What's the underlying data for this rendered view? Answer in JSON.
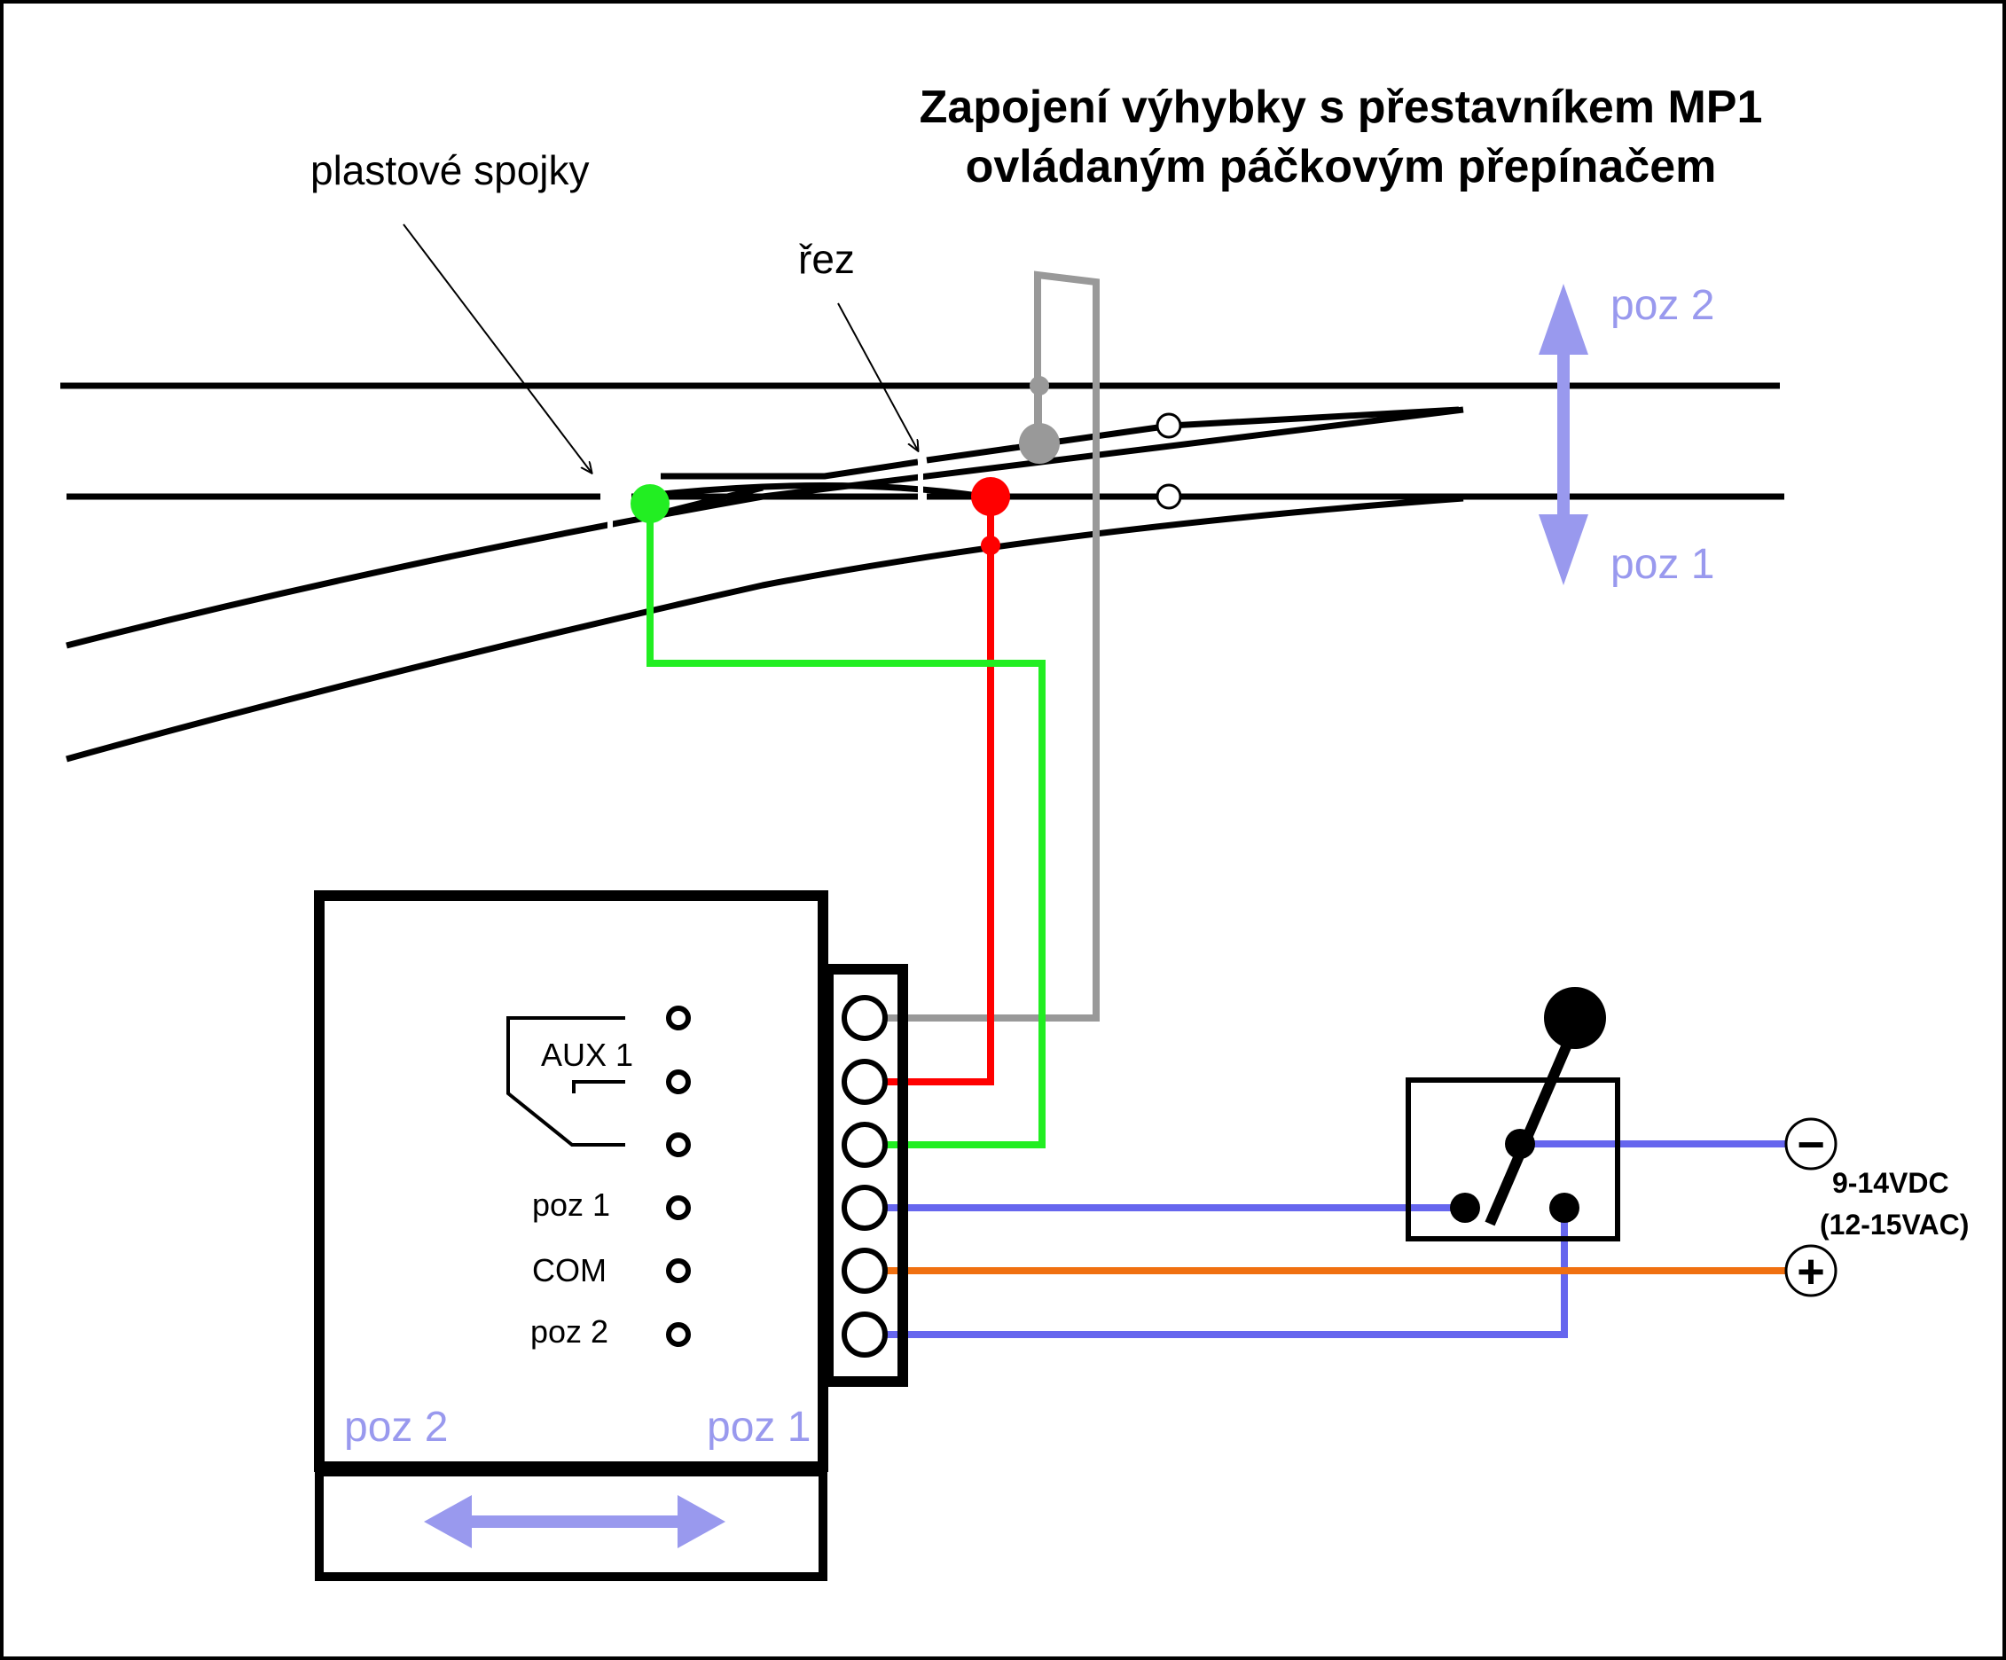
{
  "title": {
    "line1": "Zapojení výhybky s přestavníkem MP1",
    "line2": "ovládaným páčkovým přepínačem"
  },
  "track_labels": {
    "plastic_joiners": "plastové spojky",
    "cut": "řez"
  },
  "position_labels": {
    "pos2_top": "poz 2",
    "pos1_right": "poz 1",
    "box_pos2": "poz 2",
    "box_pos1": "poz 1"
  },
  "module": {
    "aux": "AUX 1",
    "pin_pos1": "poz 1",
    "pin_com": "COM",
    "pin_pos2": "poz 2"
  },
  "power": {
    "minus": "−",
    "plus": "+",
    "line1": "9-14VDC",
    "line2": "(12-15VAC)"
  },
  "colors": {
    "wire_gray": "#999999",
    "wire_red": "#ff0000",
    "wire_green": "#22ee22",
    "wire_blue": "#6666ee",
    "wire_orange": "#f07010",
    "arrow_blue": "#9999ee"
  }
}
